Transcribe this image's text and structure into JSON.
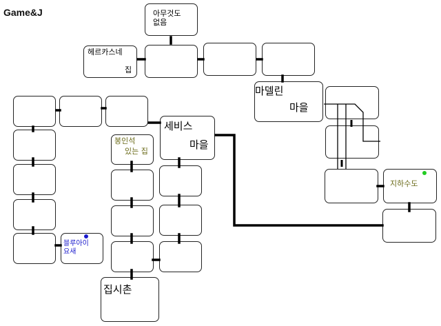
{
  "brand": "Game&J",
  "colors": {
    "outline": "#222222",
    "connector": "#000000",
    "highlight_olive": "#6b6b1a",
    "highlight_blue": "#1a1acc",
    "marker_green": "#22cc22",
    "marker_blue": "#1a1acc"
  },
  "nodes": {
    "nothing_here": {
      "line1": "아무것도",
      "line2": "없음"
    },
    "herkas_house": {
      "line1": "헤르카스네",
      "line2": "집"
    },
    "madelin_village": {
      "line1": "마델린",
      "line2": "마을"
    },
    "service_village": {
      "line1": "세비스",
      "line2": "마을"
    },
    "sealed_house": {
      "line1": "봉인석",
      "line2": "있는 집"
    },
    "blue_eye_fairy": {
      "line1": "블루아이",
      "line2": "요새"
    },
    "jipsi_village": {
      "line1": "집시촌"
    },
    "underground_capital": {
      "line1": "지하수도"
    }
  }
}
